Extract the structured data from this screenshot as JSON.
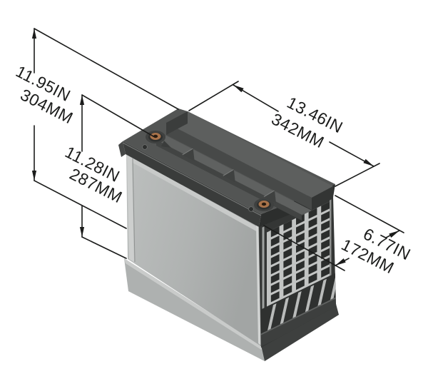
{
  "diagram": {
    "title": "Battery isometric dimension drawing",
    "background": "#ffffff",
    "line_color": "#1b1c1b"
  },
  "dimensions": {
    "overall_height": {
      "inches": "11.95IN",
      "millimeters": "304MM"
    },
    "container_height": {
      "inches": "11.28IN",
      "millimeters": "287MM"
    },
    "length": {
      "inches": "13.46IN",
      "millimeters": "342MM"
    },
    "width": {
      "inches": "6.77IN",
      "millimeters": "172MM"
    }
  },
  "battery": {
    "vent_grid": {
      "rows": 8,
      "cols": 5
    },
    "terminal_count": 2,
    "colors": {
      "lid_top": "#535554",
      "lid_front": "#3a3c3b",
      "body_front": "#b3b6b5",
      "grid_light": "#c2c4c3",
      "grid_dark": "#2b2d2c",
      "terminal_copper": "#a9734a"
    }
  }
}
